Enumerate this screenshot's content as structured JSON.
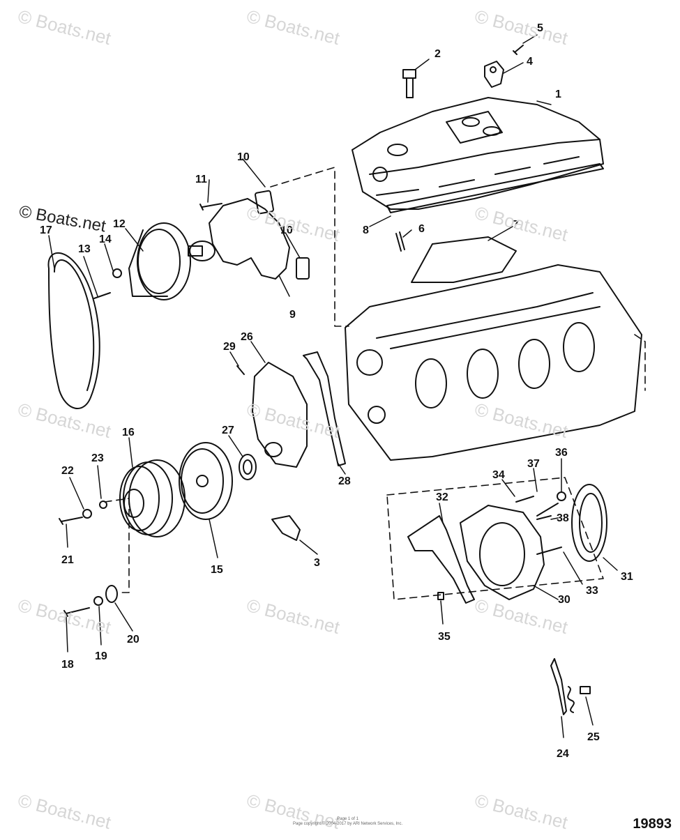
{
  "watermark": "© Boats.net",
  "figure_id": "19893",
  "footer_line1": "Page 1 of 1",
  "footer_line2": "Page copyright © 2004-2017 by ARI Network Services, Inc.",
  "callouts": [
    "1",
    "2",
    "3",
    "4",
    "5",
    "6",
    "7",
    "8",
    "9",
    "10",
    "10",
    "11",
    "12",
    "13",
    "14",
    "15",
    "16",
    "17",
    "18",
    "19",
    "20",
    "21",
    "22",
    "23",
    "24",
    "25",
    "26",
    "27",
    "28",
    "29",
    "30",
    "31",
    "32",
    "33",
    "34",
    "35",
    "36",
    "37",
    "38"
  ]
}
